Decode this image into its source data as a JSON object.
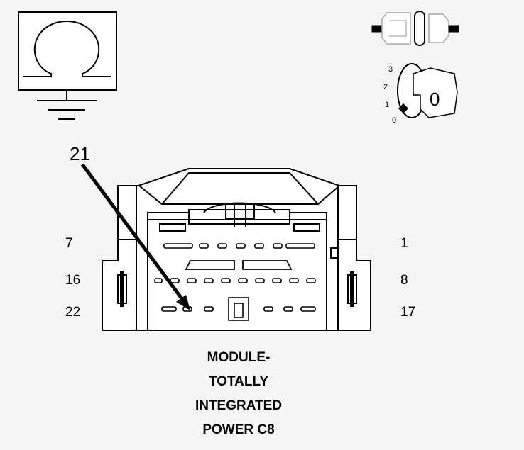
{
  "callout": {
    "pin_number": "21"
  },
  "pin_rows": {
    "left": [
      "7",
      "16",
      "22"
    ],
    "right": [
      "1",
      "8",
      "17"
    ]
  },
  "ignition_key": {
    "positions": [
      "3",
      "2",
      "1",
      "0"
    ],
    "key_face": "0"
  },
  "icons": {
    "ground_symbol": "ohm-ground-icon",
    "connector_release": "connector-latch-icon",
    "ignition": "ignition-key-icon"
  },
  "caption": {
    "lines": [
      "MODULE-",
      "TOTALLY",
      "INTEGRATED",
      "POWER C8"
    ]
  }
}
